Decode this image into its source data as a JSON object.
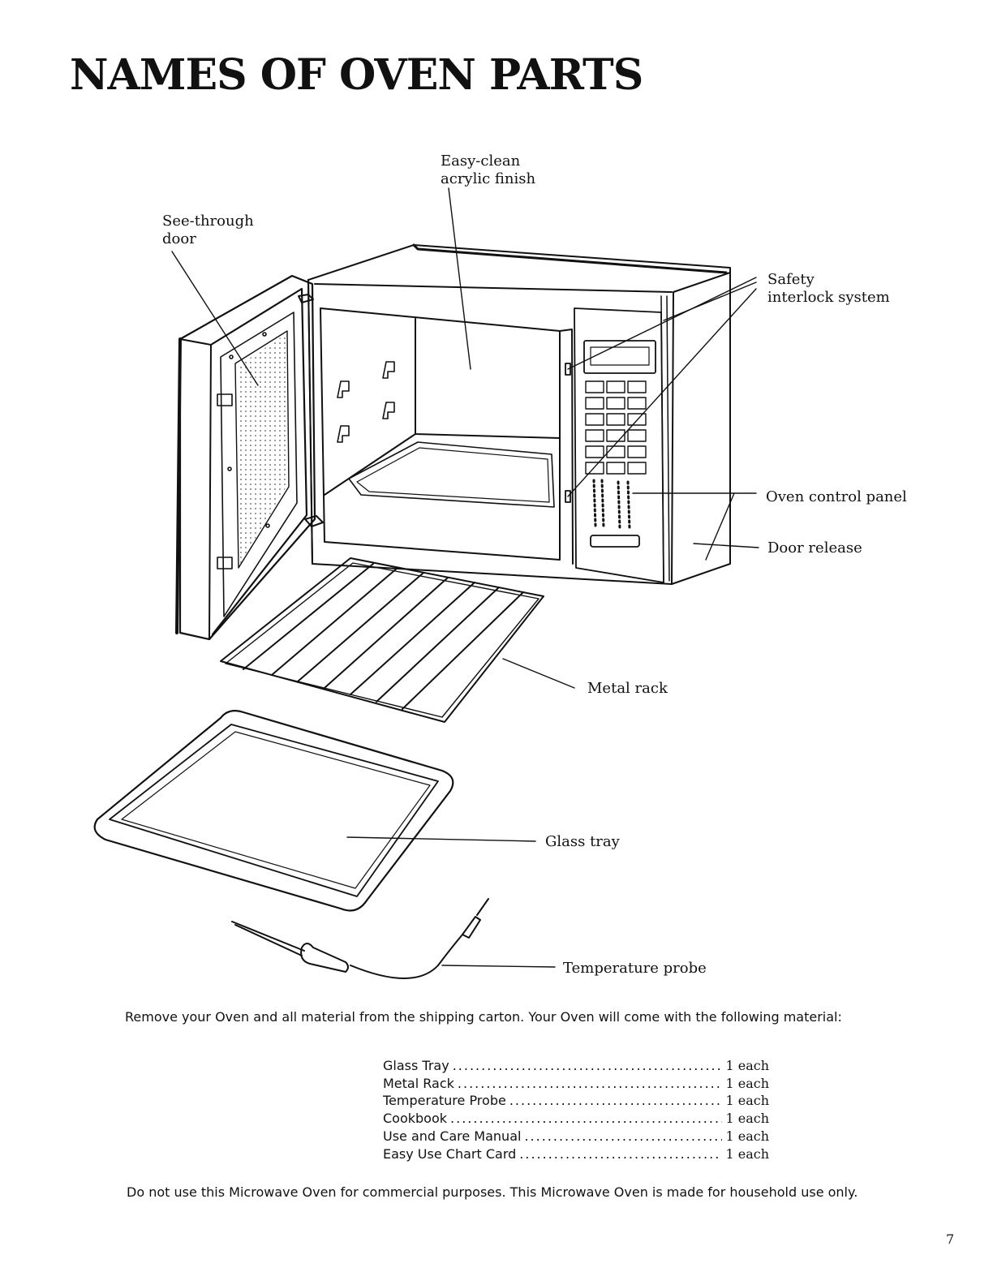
{
  "title": "NAMES OF OVEN PARTS",
  "labels": {
    "easy_clean": [
      "Easy-clean",
      "acrylic finish"
    ],
    "see_through_door": [
      "See-through",
      "door"
    ],
    "safety_interlock": [
      "Safety",
      "interlock system"
    ],
    "control_panel": "Oven control panel",
    "door_release": "Door release",
    "metal_rack": "Metal rack",
    "glass_tray": "Glass tray",
    "temperature_probe": "Temperature probe"
  },
  "intro_text": "Remove your Oven and all material from the shipping carton. Your Oven will come with the following material:",
  "contents": [
    {
      "item": "Glass Tray",
      "qty": "1 each"
    },
    {
      "item": "Metal Rack",
      "qty": "1 each"
    },
    {
      "item": "Temperature Probe",
      "qty": "1 each"
    },
    {
      "item": "Cookbook",
      "qty": "1 each"
    },
    {
      "item": "Use and Care Manual",
      "qty": "1 each"
    },
    {
      "item": "Easy Use Chart Card",
      "qty": "1 each"
    }
  ],
  "notice": "Do not use this Microwave Oven for commercial purposes. This Microwave Oven is made for household use only.",
  "page_number": "7"
}
